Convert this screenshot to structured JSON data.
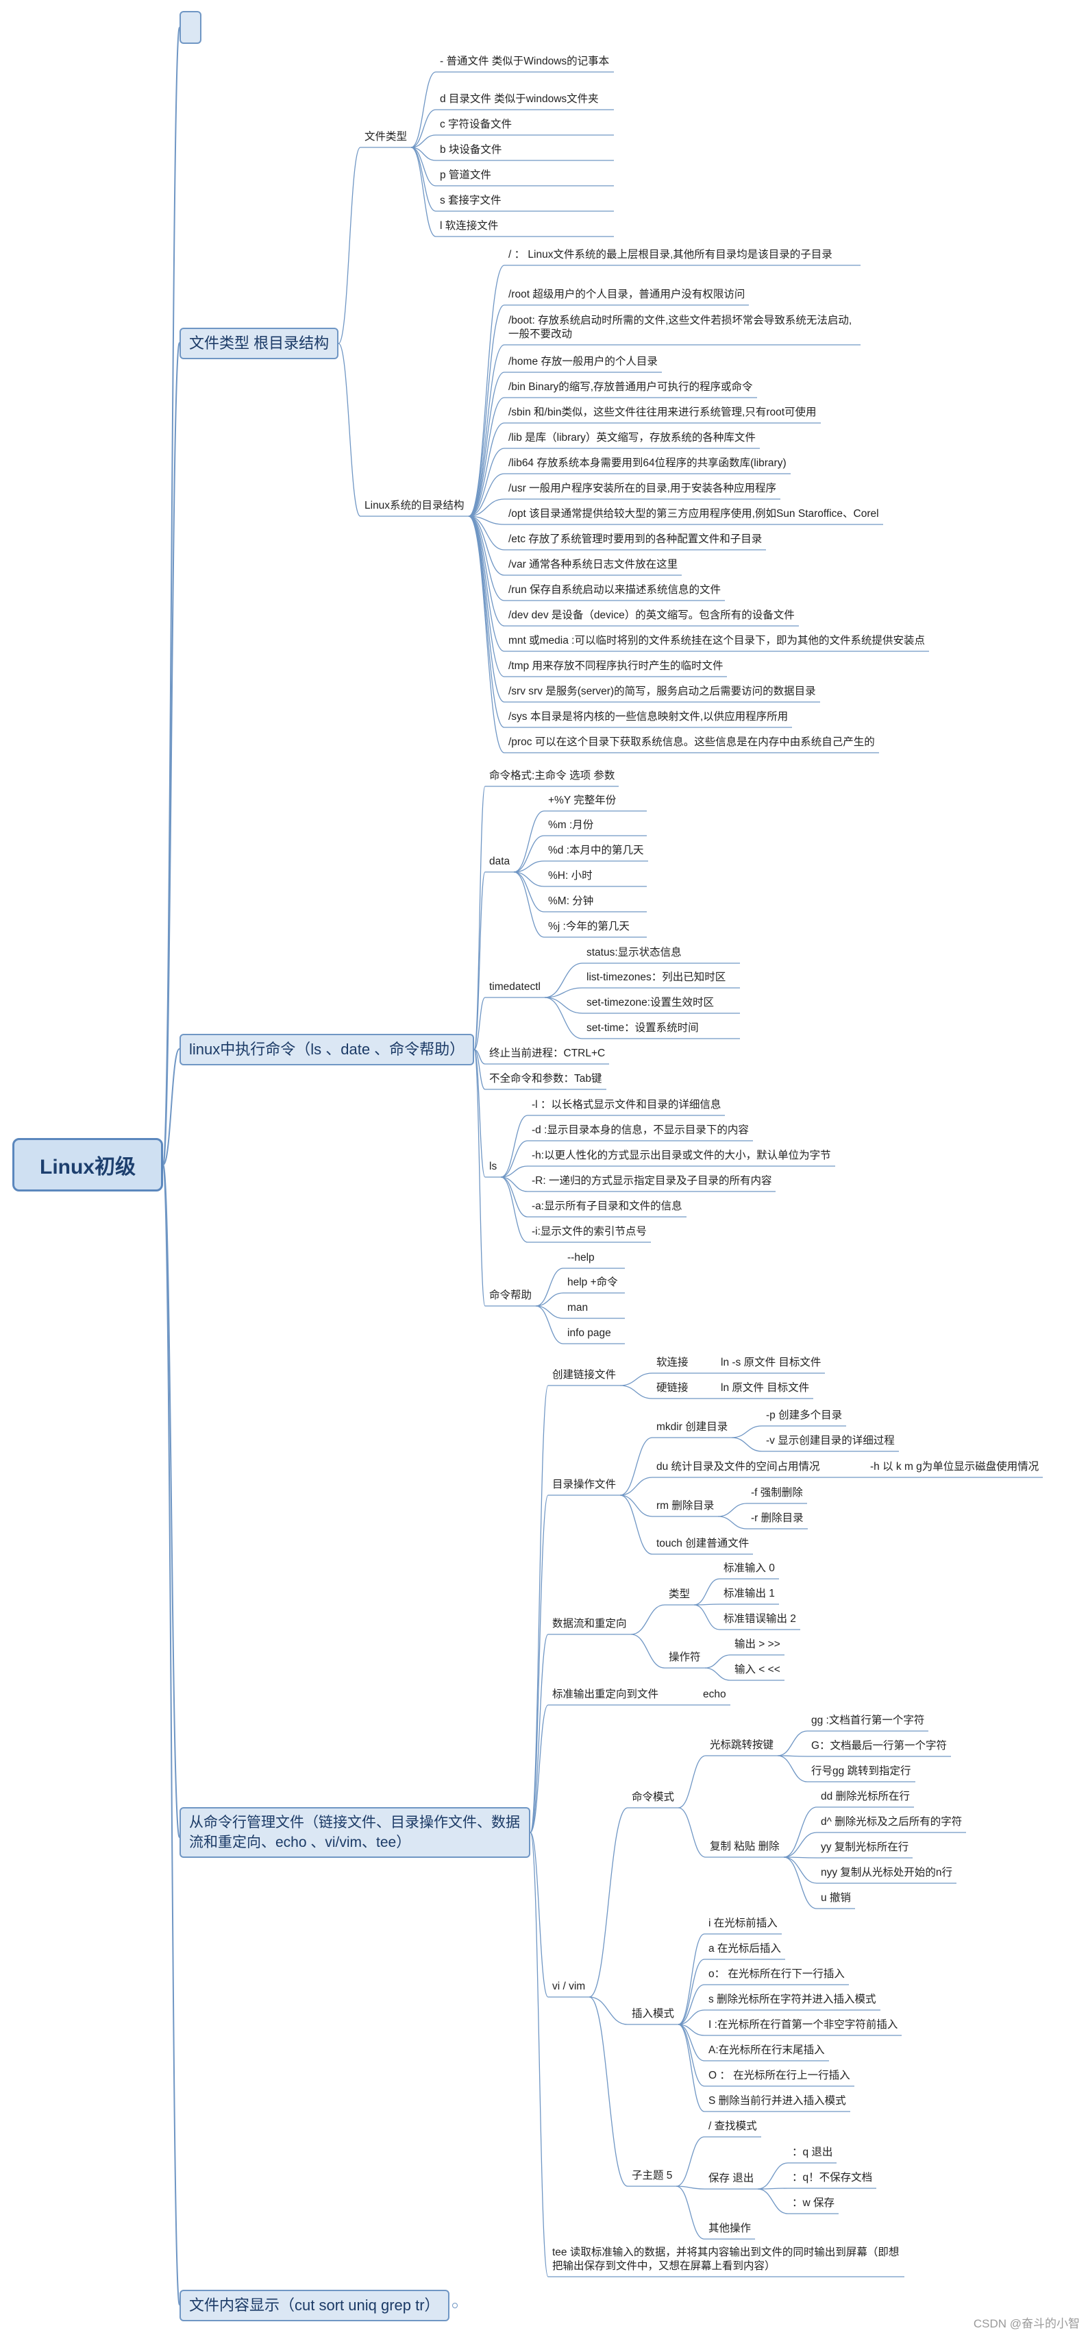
{
  "root": "Linux初级",
  "empty_topic": "",
  "topics": {
    "t1": "文件类型 根目录结构",
    "t2": "linux中执行命令（ls 、date 、命令帮助）",
    "t3": "从命令行管理文件（链接文件、目录操作文件、数据流和重定向、echo 、vi/vim、tee）",
    "t4": "文件内容显示（cut sort  uniq  grep  tr）"
  },
  "t1": {
    "filetype_label": "文件类型",
    "filetypes": [
      "- 普通文件 类似于Windows的记事本",
      "d 目录文件 类似于windows文件夹",
      "c 字符设备文件",
      "b 块设备文件",
      "p 管道文件",
      "s 套接字文件",
      "l 软连接文件"
    ],
    "dirs_label": "Linux系统的目录结构",
    "dirs": [
      "/ ： Linux文件系统的最上层根目录,其他所有目录均是该目录的子目录",
      "/root 超级用户的个人目录，普通用户没有权限访问",
      "/boot:    存放系统启动时所需的文件,这些文件若损坏常会导致系统无法启动,一般不要改动",
      "/home 存放一般用户的个人目录",
      "/bin Binary的缩写,存放普通用户可执行的程序或命令",
      "/sbin 和/bin类似，这些文件往往用来进行系统管理,只有root可使用",
      "/lib 是库（library）英文缩写，存放系统的各种库文件",
      "/lib64 存放系统本身需要用到64位程序的共享函数库(library)",
      "/usr 一般用户程序安装所在的目录,用于安装各种应用程序",
      "/opt 该目录通常提供给较大型的第三方应用程序使用,例如Sun Staroffice、Corel",
      "/etc 存放了系统管理时要用到的各种配置文件和子目录",
      "/var 通常各种系统日志文件放在这里",
      "/run 保存自系统启动以来描述系统信息的文件",
      "/dev dev 是设备（device）的英文缩写。包含所有的设备文件",
      "mnt 或media :可以临时将别的文件系统挂在这个目录下，即为其他的文件系统提供安装点",
      "/tmp 用来存放不同程序执行时产生的临时文件",
      "/srv srv 是服务(server)的简写，服务启动之后需要访问的数据目录",
      "/sys 本目录是将内核的一些信息映射文件,以供应用程序所用",
      "/proc 可以在这个目录下获取系统信息。这些信息是在内存中由系统自己产生的"
    ]
  },
  "t2": {
    "format": "命令格式:主命令  选项   参数",
    "data_label": "data",
    "data_items": [
      "+%Y 完整年份",
      "%m :月份",
      "%d :本月中的第几天",
      "%H:    小时",
      "%M:  分钟",
      "%j :今年的第几天"
    ],
    "timedatectl_label": "timedatectl",
    "timedatectl_items": [
      "status:显示状态信息",
      "list-timezones：列出已知时区",
      "set-timezone:设置生效时区",
      "set-time：设置系统时间"
    ],
    "terminate": "终止当前进程：CTRL+C",
    "complete": "不全命令和参数：Tab键",
    "ls_label": "ls",
    "ls_items": [
      "-l ：以长格式显示文件和目录的详细信息",
      "-d :显示目录本身的信息，不显示目录下的内容",
      "-h:以更人性化的方式显示出目录或文件的大小，默认单位为字节",
      "-R:  一递归的方式显示指定目录及子目录的所有内容",
      "-a:显示所有子目录和文件的信息",
      "-i:显示文件的索引节点号"
    ],
    "help_label": "命令帮助",
    "help_items": [
      "--help",
      "help +命令",
      "man",
      "info page"
    ]
  },
  "t3": {
    "link_label": "创建链接文件",
    "soft_label": "软连接",
    "soft_cmd": "ln -s 原文件 目标文件",
    "hard_label": "硬链接",
    "hard_cmd": "ln 原文件 目标文件",
    "dir_label": "目录操作文件",
    "mkdir_label": "mkdir 创建目录",
    "mkdir_items": [
      "-p  创建多个目录",
      "-v 显示创建目录的详细过程"
    ],
    "du_label": "du  统计目录及文件的空间占用情况",
    "du_item": "-h  以 k m g为单位显示磁盘使用情况",
    "rm_label": "rm 删除目录",
    "rm_items": [
      "-f  强制删除",
      "-r  删除目录"
    ],
    "touch": "touch  创建普通文件",
    "stream_label": "数据流和重定向",
    "type_label": "类型",
    "type_items": [
      "标准输入  0",
      "标准输出  1",
      "标准错误输出   2"
    ],
    "op_label": "操作符",
    "op_items": [
      "输出    >    >>",
      "输入     <     <<"
    ],
    "redir_label": "标准输出重定向到文件",
    "echo": "echo",
    "vi_label": "vi / vim",
    "cmdmode_label": "命令模式",
    "cursor_label": "光标跳转按键",
    "cursor_items": [
      "gg :文档首行第一个字符",
      "G：文档最后一行第一个字符",
      "行号gg 跳转到指定行"
    ],
    "copy_label": "复制  粘贴   删除",
    "copy_items": [
      "dd 删除光标所在行",
      "d^ 删除光标及之后所有的字符",
      "yy 复制光标所在行",
      "nyy 复制从光标处开始的n行",
      "u 撤销"
    ],
    "insert_label": "插入模式",
    "insert_items": [
      "i  在光标前插入",
      "a  在光标后插入",
      "o： 在光标所在行下一行插入",
      "s 删除光标所在字符并进入插入模式",
      "I :在光标所在行首第一个非空字符前插入",
      "A:在光标所在行末尾插入",
      "O  ：  在光标所在行上一行插入",
      "S  删除当前行并进入插入模式"
    ],
    "sub5_label": "子主题 5",
    "find_label": "/   查找模式",
    "save_label": "保存 退出",
    "save_items": [
      "：q  退出",
      "：q！不保存文档",
      "：w 保存"
    ],
    "other": "其他操作",
    "tee": "tee 读取标准输入的数据，并将其内容输出到文件的同时输出到屏幕（即想把输出保存到文件中，又想在屏幕上看到内容）"
  },
  "watermark": "CSDN @奋斗的小智",
  "colors": {
    "line": "#6f96c4",
    "topic_fill": "#dbe7f4",
    "topic_border": "#6f96c4",
    "root_fill": "#cfe0f2"
  }
}
